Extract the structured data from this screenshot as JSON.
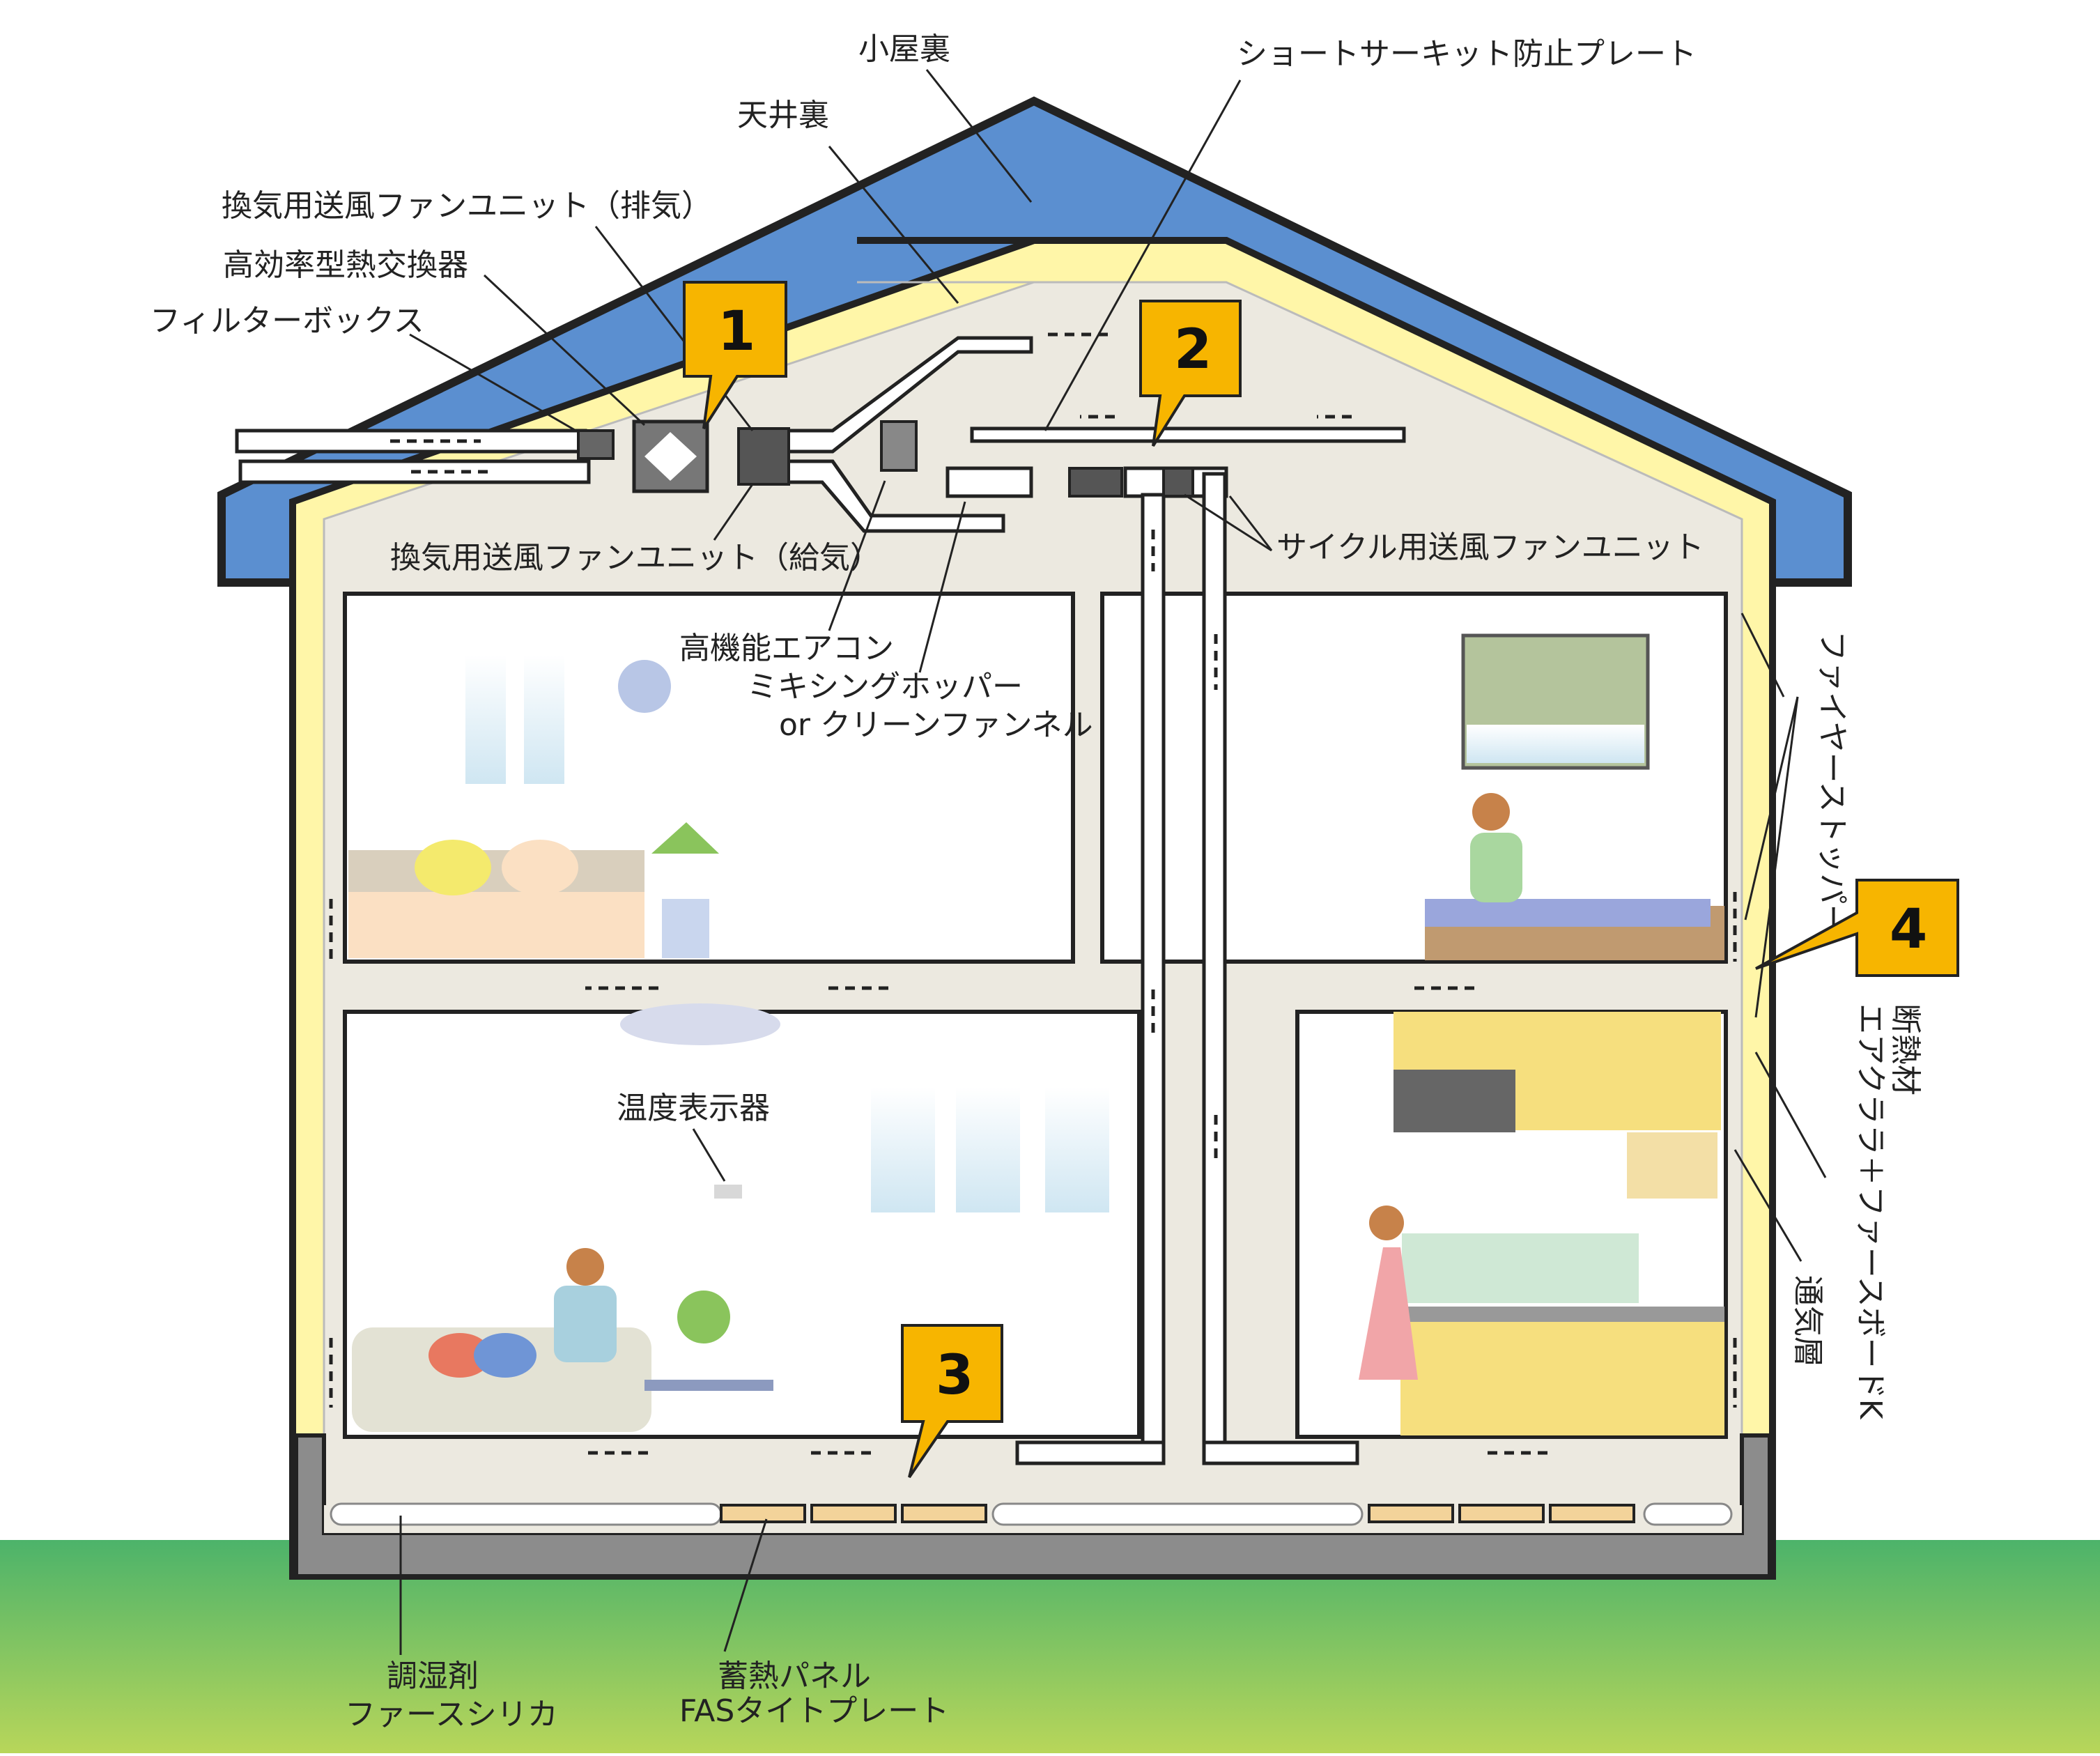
{
  "labels": {
    "attic": "小屋裏",
    "ceiling_space": "天井裏",
    "short_circuit_plate": "ショートサーキット防止プレート",
    "exhaust_fan": "換気用送風ファンユニット（排気）",
    "heat_exchanger": "高効率型熱交換器",
    "filter_box": "フィルターボックス",
    "supply_fan": "換気用送風ファンユニット（給気）",
    "cycle_fan": "サイクル用送風ファンユニット",
    "aircon": "高機能エアコン",
    "mixing_hopper_1": "ミキシングホッパー",
    "mixing_hopper_2": "or クリーンファンネル",
    "fire_stopper": "ファイヤーストッパー",
    "insulation_1": "断熱材",
    "insulation_2": "エアクララ＋ファースボードK",
    "ventilation_layer": "通気層",
    "thermometer": "温度表示器",
    "humidity_agent_1": "調湿剤",
    "humidity_agent_2": "ファースシリカ",
    "heat_panel_1": "蓄熱パネル",
    "heat_panel_2": "FASタイトプレート"
  },
  "badges": [
    "1",
    "2",
    "3",
    "4"
  ],
  "colors": {
    "roof": "#5b8fd0",
    "insulation": "#fff6a8",
    "interior_air": "#ece9e0",
    "ground_top": "#4cb36a",
    "ground_bottom": "#b8d65a",
    "badge": "#f7b500",
    "foundation": "#8c8c8c"
  }
}
